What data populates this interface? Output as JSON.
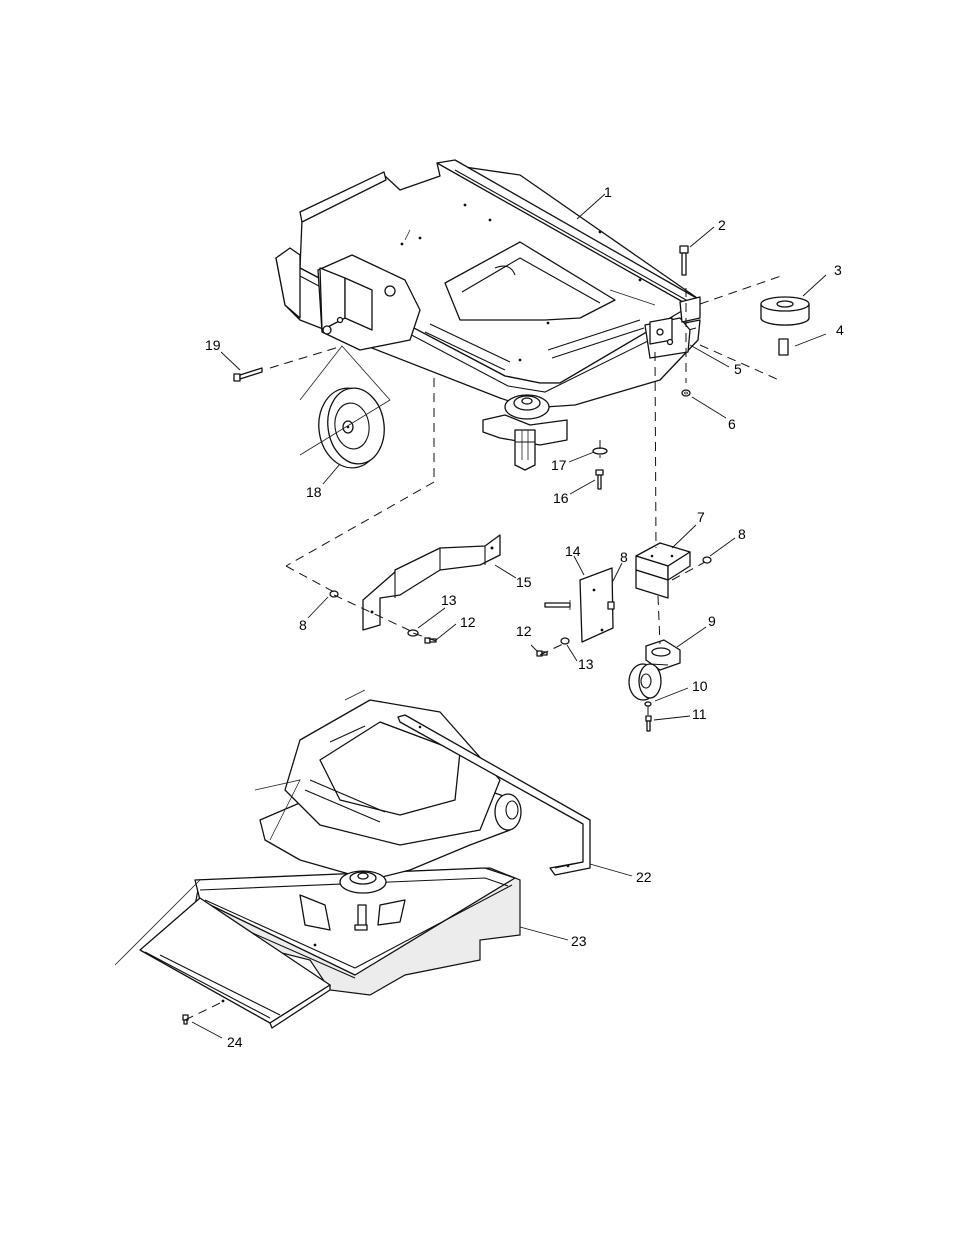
{
  "callouts": [
    {
      "id": "c1",
      "label": "1"
    },
    {
      "id": "c2",
      "label": "2"
    },
    {
      "id": "c3",
      "label": "3"
    },
    {
      "id": "c4",
      "label": "4"
    },
    {
      "id": "c5",
      "label": "5"
    },
    {
      "id": "c6",
      "label": "6"
    },
    {
      "id": "c7",
      "label": "7"
    },
    {
      "id": "c8a",
      "label": "8"
    },
    {
      "id": "c8b",
      "label": "8"
    },
    {
      "id": "c8c",
      "label": "8"
    },
    {
      "id": "c9",
      "label": "9"
    },
    {
      "id": "c10",
      "label": "10"
    },
    {
      "id": "c11",
      "label": "11"
    },
    {
      "id": "c12a",
      "label": "12"
    },
    {
      "id": "c12b",
      "label": "12"
    },
    {
      "id": "c13a",
      "label": "13"
    },
    {
      "id": "c13b",
      "label": "13"
    },
    {
      "id": "c14",
      "label": "14"
    },
    {
      "id": "c15",
      "label": "15"
    },
    {
      "id": "c16",
      "label": "16"
    },
    {
      "id": "c17",
      "label": "17"
    },
    {
      "id": "c18",
      "label": "18"
    },
    {
      "id": "c19",
      "label": "19"
    },
    {
      "id": "c22",
      "label": "22"
    },
    {
      "id": "c23",
      "label": "23"
    },
    {
      "id": "c24",
      "label": "24"
    }
  ]
}
